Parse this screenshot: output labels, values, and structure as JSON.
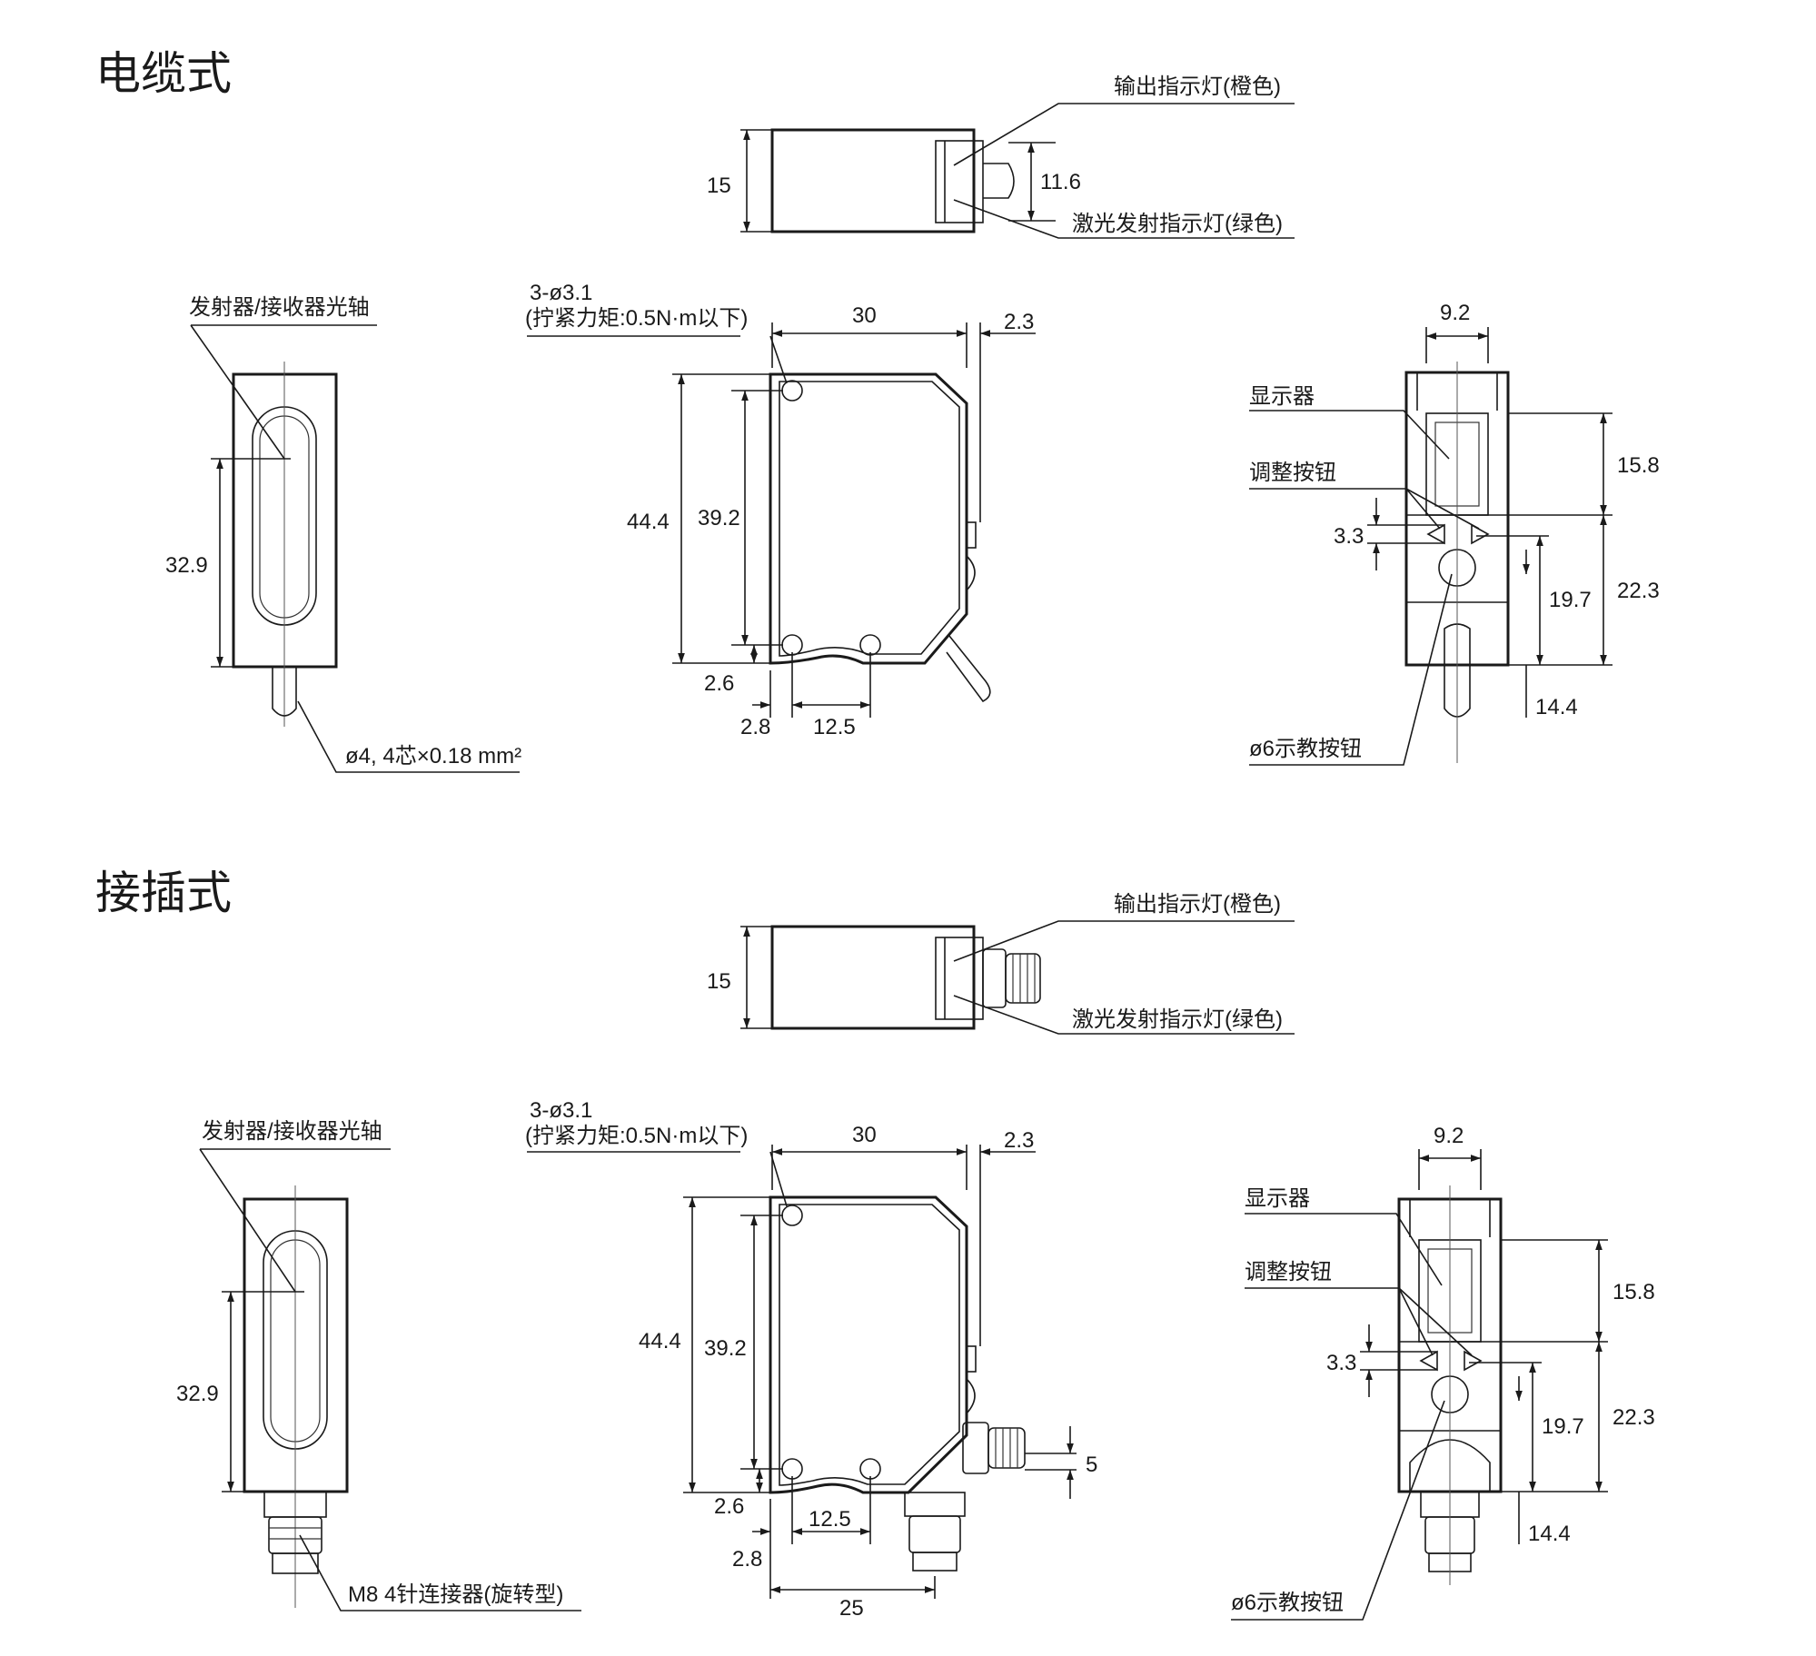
{
  "sections": [
    {
      "title": "电缆式",
      "labels": {
        "output_indicator": "输出指示灯(橙色)",
        "laser_indicator": "激光发射指示灯(绿色)",
        "optical_axis": "发射器/接收器光轴",
        "mount_holes": "3-ø3.1",
        "torque": "(拧紧力矩:0.5N·m以下)",
        "display": "显示器",
        "adjust_buttons": "调整按钮",
        "teach_button": "ø6示教按钮",
        "connection": "ø4, 4芯×0.18 mm²"
      },
      "dims": {
        "top_height": "15",
        "top_window": "11.6",
        "left_height": "32.9",
        "front_width": "30",
        "front_edge": "2.3",
        "front_height": "44.4",
        "front_hole_pitch": "39.2",
        "front_hole_bottom": "2.6",
        "front_hole_side": "2.8",
        "front_hole_spacing": "12.5",
        "right_width": "9.2",
        "right_display": "15.8",
        "right_button": "3.3",
        "right_teach": "19.7",
        "right_lower": "22.3",
        "right_cable": "14.4"
      }
    },
    {
      "title": "接插式",
      "labels": {
        "output_indicator": "输出指示灯(橙色)",
        "laser_indicator": "激光发射指示灯(绿色)",
        "optical_axis": "发射器/接收器光轴",
        "mount_holes": "3-ø3.1",
        "torque": "(拧紧力矩:0.5N·m以下)",
        "display": "显示器",
        "adjust_buttons": "调整按钮",
        "teach_button": "ø6示教按钮",
        "connection": "M8  4针连接器(旋转型)"
      },
      "dims": {
        "top_height": "15",
        "left_height": "32.9",
        "front_width": "30",
        "front_edge": "2.3",
        "front_height": "44.4",
        "front_hole_pitch": "39.2",
        "front_hole_bottom": "2.6",
        "front_hole_side": "2.8",
        "front_hole_spacing": "12.5",
        "connector_offset": "5",
        "connector_pos": "25",
        "right_width": "9.2",
        "right_display": "15.8",
        "right_button": "3.3",
        "right_teach": "19.7",
        "right_lower": "22.3",
        "right_cable": "14.4"
      }
    }
  ]
}
